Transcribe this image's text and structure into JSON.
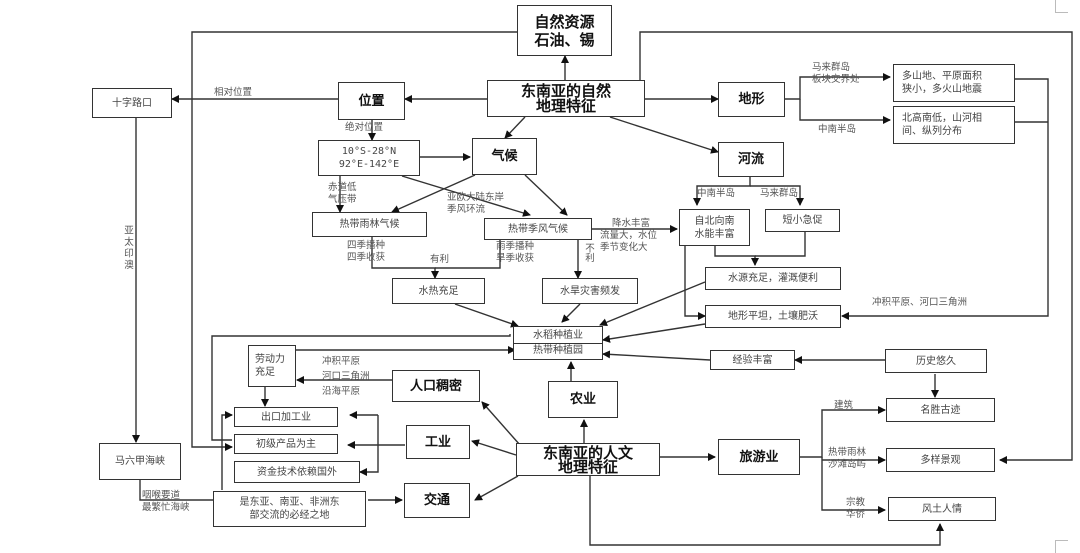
{
  "title": "东南亚地理特征思维导图",
  "nodes": {
    "natural_features": [
      "东南亚的自然",
      "地理特征"
    ],
    "natural_resources": [
      "自然资源",
      "石油、锡"
    ],
    "location": "位置",
    "crossroads": "十字路口",
    "coordinates": [
      "10°S-28°N",
      "92°E-142°E"
    ],
    "climate": "气候",
    "terrain": "地形",
    "rivers": "河流",
    "terrain_malay": [
      "多山地、平原面积",
      "狭小，多火山地震"
    ],
    "terrain_indochina": [
      "北高南低，山河相",
      "间、纵列分布"
    ],
    "tropical_rainforest": "热带雨林气候",
    "tropical_monsoon": "热带季风气候",
    "river_indochina": [
      "自北向南",
      "水能丰富"
    ],
    "river_malay": "短小急促",
    "water_irrigation": "水源充足，灌溉便利",
    "flat_fertile": "地形平坦，土壤肥沃",
    "water_heat": "水热充足",
    "flood_drought": "水旱灾害频发",
    "agriculture_products": [
      "水稻种植业",
      "热带种植园"
    ],
    "experience": "经验丰富",
    "long_history": "历史悠久",
    "labor": [
      "劳动力",
      "充足"
    ],
    "population_dense": "人口稠密",
    "agriculture": "农业",
    "export_industry": "出口加工业",
    "primary_products": "初级产品为主",
    "capital_tech": "资金技术依赖国外",
    "industry": "工业",
    "human_features": [
      "东南亚的人文",
      "地理特征"
    ],
    "tourism": "旅游业",
    "malacca": "马六甲海峡",
    "transport": "交通",
    "crossroad_note": [
      "是东亚、南亚、非洲东",
      "部交流的必经之地"
    ],
    "historic_sites": "名胜古迹",
    "diverse_scenery": "多样景观",
    "customs": "风土人情"
  },
  "edge_labels": {
    "relative_position": "相对位置",
    "absolute_position": "绝对位置",
    "asia_pacific": "亚太印澳",
    "malay_archipelago": [
      "马来群岛",
      "板块交界处"
    ],
    "indochina": "中南半岛",
    "equator_low_pressure": [
      "赤道低",
      "气压带"
    ],
    "continent_east_coast": [
      "亚欧大陆东岸",
      "季风环流"
    ],
    "four_seasons": [
      "四季播种",
      "四季收获"
    ],
    "beneficial": "有利",
    "rainy_dry": [
      "雨季播种",
      "旱季收获"
    ],
    "unfavorable": "不利",
    "rainfall": [
      "降水丰富",
      "流量大，水位",
      "季节变化大"
    ],
    "river_branches": [
      "中南半岛",
      "马来群岛"
    ],
    "alluvial": "冲积平原、河口三角洲",
    "plains": [
      "冲积平原",
      "河口三角洲",
      "沿海平原"
    ],
    "strait_note": [
      "咽喉要道",
      "最繁忙海峡"
    ],
    "architecture": "建筑",
    "rainforest_beach": [
      "热带雨林",
      "沙滩岛屿"
    ],
    "religion_overseas": [
      "宗教",
      "华侨"
    ]
  }
}
